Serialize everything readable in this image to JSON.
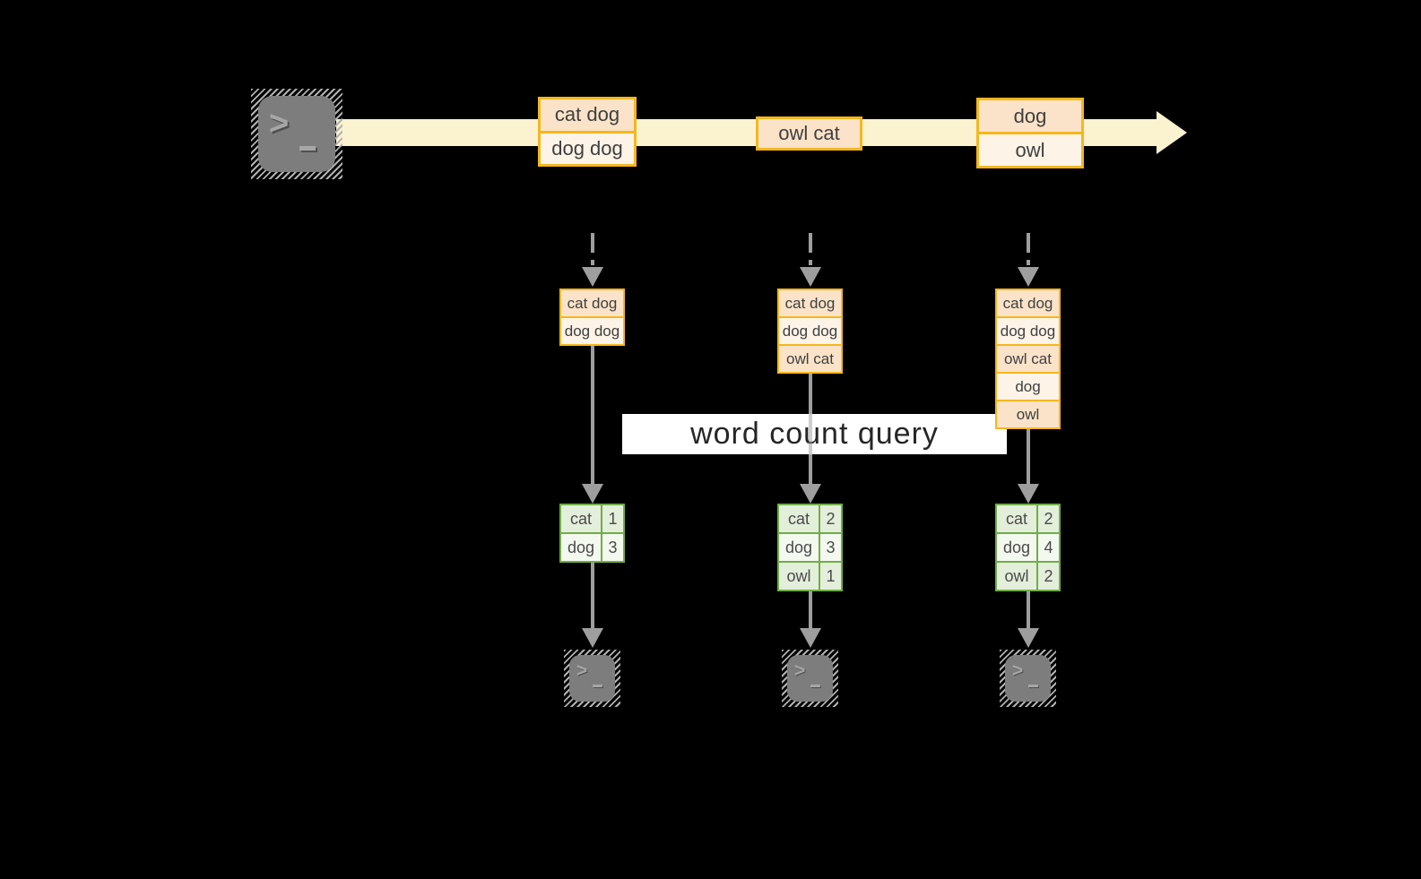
{
  "query_label": "word count query",
  "prompt_chevron": ">",
  "stream": {
    "batches": [
      {
        "records": [
          "cat dog",
          "dog dog"
        ]
      },
      {
        "records": [
          "owl cat"
        ]
      },
      {
        "records": [
          "dog",
          "owl"
        ]
      }
    ]
  },
  "state_buffers": [
    {
      "records": [
        "cat dog",
        "dog dog"
      ]
    },
    {
      "records": [
        "cat dog",
        "dog dog",
        "owl cat"
      ]
    },
    {
      "records": [
        "cat dog",
        "dog dog",
        "owl cat",
        "dog",
        "owl"
      ]
    }
  ],
  "count_tables": [
    {
      "rows": [
        {
          "word": "cat",
          "count": "1"
        },
        {
          "word": "dog",
          "count": "3"
        }
      ]
    },
    {
      "rows": [
        {
          "word": "cat",
          "count": "2"
        },
        {
          "word": "dog",
          "count": "3"
        },
        {
          "word": "owl",
          "count": "1"
        }
      ]
    },
    {
      "rows": [
        {
          "word": "cat",
          "count": "2"
        },
        {
          "word": "dog",
          "count": "4"
        },
        {
          "word": "owl",
          "count": "2"
        }
      ]
    }
  ],
  "output_terminal_count": 3,
  "colors": {
    "background": "#000000",
    "stream_band": "#FBF2D0",
    "record_border": "#F5B71E",
    "record_fill_dark": "#FAE3C8",
    "record_fill_light": "#FDF3E7",
    "table_border": "#70AD47",
    "table_fill_dark": "#E3EFDA",
    "table_fill_light": "#F4F9F0",
    "arrow_gray": "#9E9E9E",
    "terminal_gray": "#7D7D7D",
    "label_bg": "#FFFFFF",
    "text": "#3F3F3F"
  }
}
